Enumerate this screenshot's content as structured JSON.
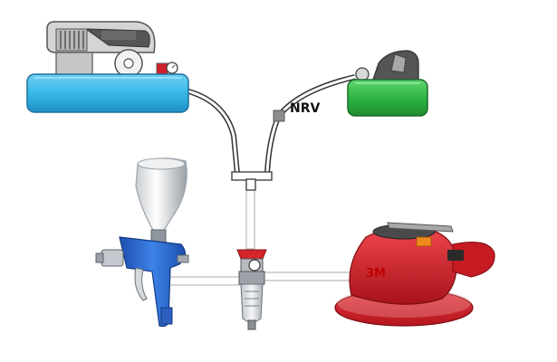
{
  "diagram": {
    "labels": {
      "nrv": "NRV",
      "sander_brand": "3M"
    },
    "components": [
      {
        "id": "large-compressor",
        "icon": "air-compressor-icon",
        "tank_color": "#36b8e8"
      },
      {
        "id": "small-compressor",
        "icon": "air-compressor-icon",
        "tank_color": "#2fb545"
      },
      {
        "id": "non-return-valve",
        "icon": "valve-icon",
        "color": "#8c8c8c"
      },
      {
        "id": "t-junction",
        "icon": "t-junction-icon"
      },
      {
        "id": "spray-gun",
        "icon": "spray-gun-icon",
        "color": "#2a6bd1"
      },
      {
        "id": "filter-regulator",
        "icon": "filter-regulator-icon"
      },
      {
        "id": "orbital-sander",
        "icon": "orbital-sander-icon",
        "color": "#d8202a"
      }
    ],
    "colors": {
      "hose": "#333333",
      "pipe": "#cfcfcf",
      "compressor_motor": "#d0d0d0"
    }
  }
}
